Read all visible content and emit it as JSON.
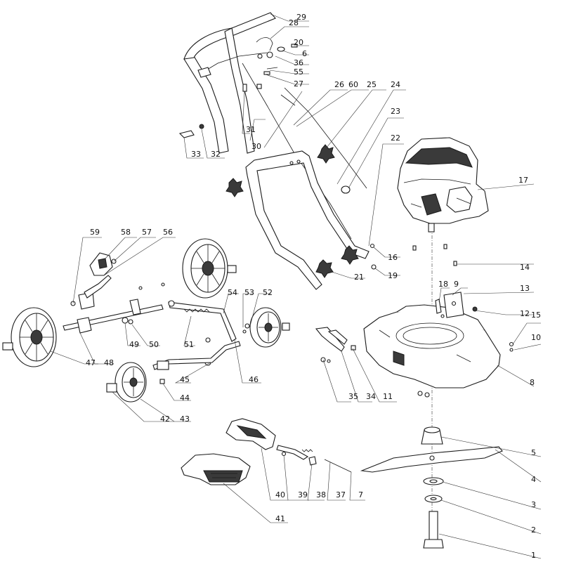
{
  "callouts": [
    {
      "id": "c1",
      "text": "1"
    },
    {
      "id": "c2",
      "text": "2"
    },
    {
      "id": "c3",
      "text": "3"
    },
    {
      "id": "c4",
      "text": "4"
    },
    {
      "id": "c5",
      "text": "5"
    },
    {
      "id": "c6",
      "text": "6"
    },
    {
      "id": "c7",
      "text": "7"
    },
    {
      "id": "c8",
      "text": "8"
    },
    {
      "id": "c9",
      "text": "9"
    },
    {
      "id": "c10",
      "text": "10"
    },
    {
      "id": "c11",
      "text": "11"
    },
    {
      "id": "c12",
      "text": "12"
    },
    {
      "id": "c13",
      "text": "13"
    },
    {
      "id": "c14",
      "text": "14"
    },
    {
      "id": "c15",
      "text": "15"
    },
    {
      "id": "c16",
      "text": "16"
    },
    {
      "id": "c17",
      "text": "17"
    },
    {
      "id": "c18",
      "text": "18"
    },
    {
      "id": "c19",
      "text": "19"
    },
    {
      "id": "c20",
      "text": "20"
    },
    {
      "id": "c21",
      "text": "21"
    },
    {
      "id": "c22",
      "text": "22"
    },
    {
      "id": "c23",
      "text": "23"
    },
    {
      "id": "c24",
      "text": "24"
    },
    {
      "id": "c25",
      "text": "25"
    },
    {
      "id": "c26",
      "text": "26"
    },
    {
      "id": "c27",
      "text": "27"
    },
    {
      "id": "c28",
      "text": "28"
    },
    {
      "id": "c29",
      "text": "29"
    },
    {
      "id": "c30",
      "text": "30"
    },
    {
      "id": "c31",
      "text": "31"
    },
    {
      "id": "c32",
      "text": "32"
    },
    {
      "id": "c33",
      "text": "33"
    },
    {
      "id": "c34",
      "text": "34"
    },
    {
      "id": "c35",
      "text": "35"
    },
    {
      "id": "c36",
      "text": "36"
    },
    {
      "id": "c37",
      "text": "37"
    },
    {
      "id": "c38",
      "text": "38"
    },
    {
      "id": "c39",
      "text": "39"
    },
    {
      "id": "c40",
      "text": "40"
    },
    {
      "id": "c41",
      "text": "41"
    },
    {
      "id": "c42",
      "text": "42"
    },
    {
      "id": "c43",
      "text": "43"
    },
    {
      "id": "c44",
      "text": "44"
    },
    {
      "id": "c45",
      "text": "45"
    },
    {
      "id": "c46",
      "text": "46"
    },
    {
      "id": "c47",
      "text": "47"
    },
    {
      "id": "c48",
      "text": "48"
    },
    {
      "id": "c49",
      "text": "49"
    },
    {
      "id": "c50",
      "text": "50"
    },
    {
      "id": "c51",
      "text": "51"
    },
    {
      "id": "c52",
      "text": "52"
    },
    {
      "id": "c53",
      "text": "53"
    },
    {
      "id": "c54",
      "text": "54"
    },
    {
      "id": "c55",
      "text": "55"
    },
    {
      "id": "c56",
      "text": "56"
    },
    {
      "id": "c57",
      "text": "57"
    },
    {
      "id": "c58",
      "text": "58"
    },
    {
      "id": "c59",
      "text": "59"
    },
    {
      "id": "c60",
      "text": "60"
    }
  ]
}
